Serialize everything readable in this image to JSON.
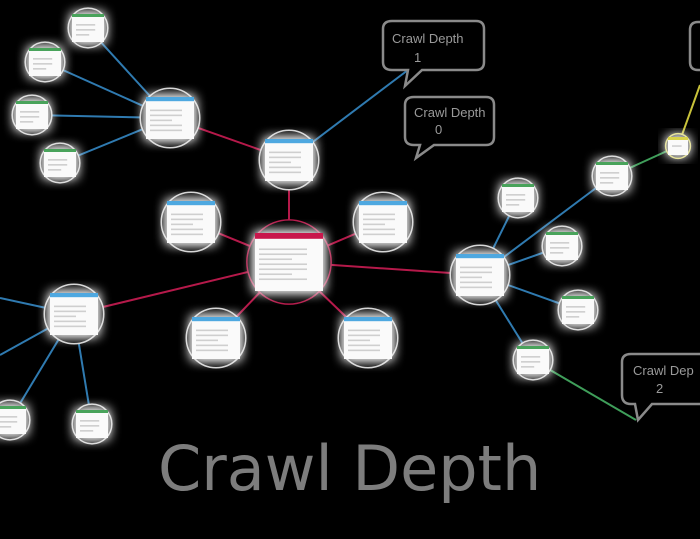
{
  "title": "Crawl Depth",
  "callouts": [
    {
      "id": "callout-depth-1",
      "line1": "Crawl Depth",
      "line2": "1"
    },
    {
      "id": "callout-depth-0",
      "line1": "Crawl Depth",
      "line2": "0"
    },
    {
      "id": "callout-depth-2",
      "line1": "Crawl Dep",
      "line2": "2"
    }
  ],
  "colors": {
    "background": "#000000",
    "root_link": "#b5194a",
    "level2_link": "#2f7ab0",
    "level3_link": "#3f9e5a",
    "level4_link": "#c8c23a",
    "root_header": "#c8174c",
    "blue_header": "#4ea8e0",
    "green_header": "#49a35b",
    "yellow_ring": "#d8d24a"
  },
  "icons": {
    "page": "webpage-thumbnail-icon"
  }
}
